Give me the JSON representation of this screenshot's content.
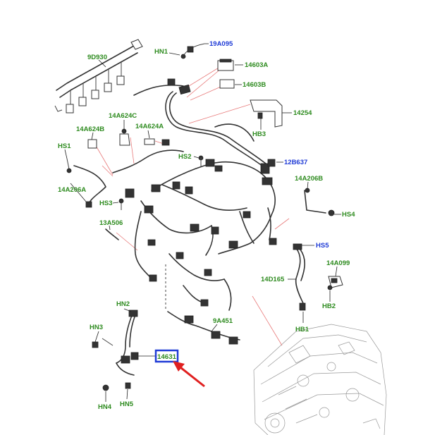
{
  "colors": {
    "part_label": "#2e8b1f",
    "ref_label": "#1f3bd6",
    "highlight_box": "#1f3bd6",
    "arrow": "#e02020",
    "leader_red": "#e87a7a"
  },
  "labels": {
    "p9D930": "9D930",
    "hn1": "HN1",
    "p19A095": "19A095",
    "p14603A": "14603A",
    "p14603B": "14603B",
    "p14254": "14254",
    "hb3": "HB3",
    "p14A624C": "14A624C",
    "p14A624B": "14A624B",
    "p14A624A": "14A624A",
    "hs1": "HS1",
    "hs2": "HS2",
    "p12B637": "12B637",
    "p14A206A": "14A206A",
    "p14A206B": "14A206B",
    "hs3": "HS3",
    "hs4": "HS4",
    "p13A506": "13A506",
    "hs5": "HS5",
    "p14A099": "14A099",
    "p14D165": "14D165",
    "hb2": "HB2",
    "hn2": "HN2",
    "hb1": "HB1",
    "hn3": "HN3",
    "p9A451": "9A451",
    "p14631": "14631",
    "hn4": "HN4",
    "hn5": "HN5"
  }
}
